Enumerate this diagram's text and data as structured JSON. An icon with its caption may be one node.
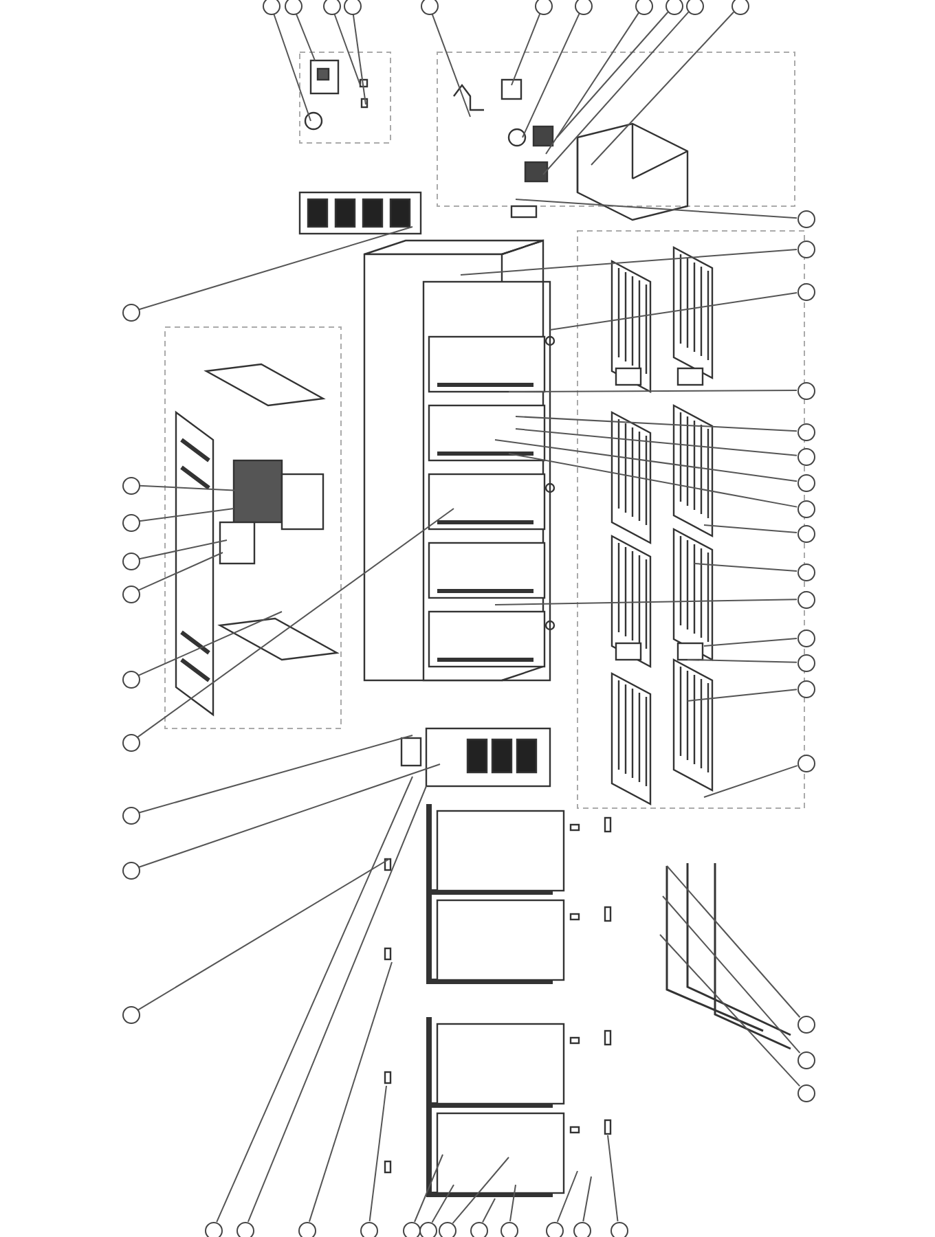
{
  "diagram": {
    "nodes": [
      {
        "text": [],
        "shape": "circle"
      },
      {
        "text": [],
        "shape": "circle"
      },
      {
        "text": [],
        "shape": "circle"
      },
      {
        "text": [],
        "shape": "circle"
      },
      {
        "text": [],
        "shape": "circle"
      },
      {
        "text": [],
        "shape": "circle"
      },
      {
        "text": [],
        "shape": "circle"
      },
      {
        "text": [],
        "shape": "circle"
      },
      {
        "text": [],
        "shape": "circle"
      },
      {
        "text": [],
        "shape": "circle"
      },
      {
        "text": [],
        "shape": "circle"
      },
      {
        "text": [],
        "shape": "circle"
      },
      {
        "text": [],
        "shape": "circle"
      },
      {
        "text": [],
        "shape": "circle"
      },
      {
        "text": [],
        "shape": "circle"
      },
      {
        "text": [],
        "shape": "circle"
      },
      {
        "text": [],
        "shape": "circle"
      },
      {
        "text": [],
        "shape": "circle"
      },
      {
        "text": [],
        "shape": "circle"
      },
      {
        "text": [],
        "shape": "circle"
      },
      {
        "text": [],
        "shape": "circle"
      },
      {
        "text": [],
        "shape": "circle"
      },
      {
        "text": [],
        "shape": "circle"
      },
      {
        "text": [],
        "shape": "circle"
      },
      {
        "text": [],
        "shape": "circle"
      },
      {
        "text": [],
        "shape": "circle"
      },
      {
        "text": [],
        "shape": "circle"
      },
      {
        "text": [],
        "shape": "circle"
      },
      {
        "text": [],
        "shape": "circle"
      },
      {
        "text": [],
        "shape": "circle"
      },
      {
        "text": [],
        "shape": "circle"
      },
      {
        "text": [],
        "shape": "circle"
      },
      {
        "text": [],
        "shape": "circle"
      },
      {
        "text": [],
        "shape": "circle"
      },
      {
        "text": [],
        "shape": "circle"
      },
      {
        "text": [],
        "shape": "circle"
      },
      {
        "text": [],
        "shape": "circle"
      },
      {
        "text": [],
        "shape": "circle"
      },
      {
        "text": [],
        "shape": "circle"
      },
      {
        "text": [],
        "shape": "circle"
      },
      {
        "text": [],
        "shape": "circle"
      },
      {
        "text": [],
        "shape": "circle"
      },
      {
        "text": [],
        "shape": "circle"
      },
      {
        "text": [],
        "shape": "circle"
      },
      {
        "text": [],
        "shape": "circle"
      },
      {
        "text": [],
        "shape": "circle"
      },
      {
        "text": [],
        "shape": "circle"
      },
      {
        "text": [],
        "shape": "circle"
      },
      {
        "text": [],
        "shape": "circle"
      },
      {
        "text": [],
        "shape": "circle"
      },
      {
        "text": [],
        "shape": "circle"
      }
    ],
    "edges": [
      {
        "from": 0,
        "to": null,
        "arrow": "none"
      },
      {
        "from": 1,
        "to": null,
        "arrow": "none"
      },
      {
        "from": 2,
        "to": null,
        "arrow": "none"
      },
      {
        "from": 3,
        "to": null,
        "arrow": "none"
      },
      {
        "from": 4,
        "to": null,
        "arrow": "none"
      },
      {
        "from": 5,
        "to": null,
        "arrow": "none"
      },
      {
        "from": 6,
        "to": null,
        "arrow": "none"
      },
      {
        "from": 7,
        "to": null,
        "arrow": "none"
      },
      {
        "from": 8,
        "to": null,
        "arrow": "none"
      },
      {
        "from": 9,
        "to": null,
        "arrow": "none"
      },
      {
        "from": 10,
        "to": null,
        "arrow": "none"
      },
      {
        "from": 11,
        "to": null,
        "arrow": "none"
      },
      {
        "from": 12,
        "to": null,
        "arrow": "none"
      },
      {
        "from": 13,
        "to": null,
        "arrow": "none"
      },
      {
        "from": 14,
        "to": null,
        "arrow": "none"
      },
      {
        "from": 15,
        "to": null,
        "arrow": "none"
      },
      {
        "from": 16,
        "to": null,
        "arrow": "none"
      },
      {
        "from": 17,
        "to": null,
        "arrow": "none"
      },
      {
        "from": 18,
        "to": null,
        "arrow": "none"
      },
      {
        "from": 19,
        "to": null,
        "arrow": "none"
      },
      {
        "from": 20,
        "to": null,
        "arrow": "none"
      },
      {
        "from": 21,
        "to": null,
        "arrow": "none"
      },
      {
        "from": 22,
        "to": null,
        "arrow": "none"
      },
      {
        "from": 23,
        "to": null,
        "arrow": "none"
      },
      {
        "from": 24,
        "to": null,
        "arrow": "none"
      },
      {
        "from": 25,
        "to": null,
        "arrow": "none"
      },
      {
        "from": 26,
        "to": null,
        "arrow": "none"
      },
      {
        "from": 27,
        "to": null,
        "arrow": "none"
      },
      {
        "from": 28,
        "to": null,
        "arrow": "none"
      },
      {
        "from": 29,
        "to": null,
        "arrow": "none"
      },
      {
        "from": 30,
        "to": null,
        "arrow": "none"
      },
      {
        "from": 31,
        "to": null,
        "arrow": "none"
      },
      {
        "from": 32,
        "to": null,
        "arrow": "none"
      },
      {
        "from": 33,
        "to": null,
        "arrow": "none"
      },
      {
        "from": 34,
        "to": null,
        "arrow": "none"
      },
      {
        "from": 35,
        "to": null,
        "arrow": "none"
      },
      {
        "from": 36,
        "to": null,
        "arrow": "none"
      },
      {
        "from": 37,
        "to": null,
        "arrow": "none"
      },
      {
        "from": 38,
        "to": null,
        "arrow": "none"
      },
      {
        "from": 39,
        "to": null,
        "arrow": "none"
      },
      {
        "from": 40,
        "to": null,
        "arrow": "none"
      },
      {
        "from": 41,
        "to": null,
        "arrow": "none"
      },
      {
        "from": 42,
        "to": null,
        "arrow": "none"
      },
      {
        "from": 43,
        "to": null,
        "arrow": "none"
      },
      {
        "from": 44,
        "to": null,
        "arrow": "none"
      },
      {
        "from": 45,
        "to": null,
        "arrow": "none"
      },
      {
        "from": 46,
        "to": null,
        "arrow": "none"
      },
      {
        "from": 47,
        "to": null,
        "arrow": "none"
      },
      {
        "from": 48,
        "to": null,
        "arrow": "none"
      },
      {
        "from": 49,
        "to": null,
        "arrow": "none"
      },
      {
        "from": 50,
        "to": null,
        "arrow": "none"
      }
    ]
  }
}
